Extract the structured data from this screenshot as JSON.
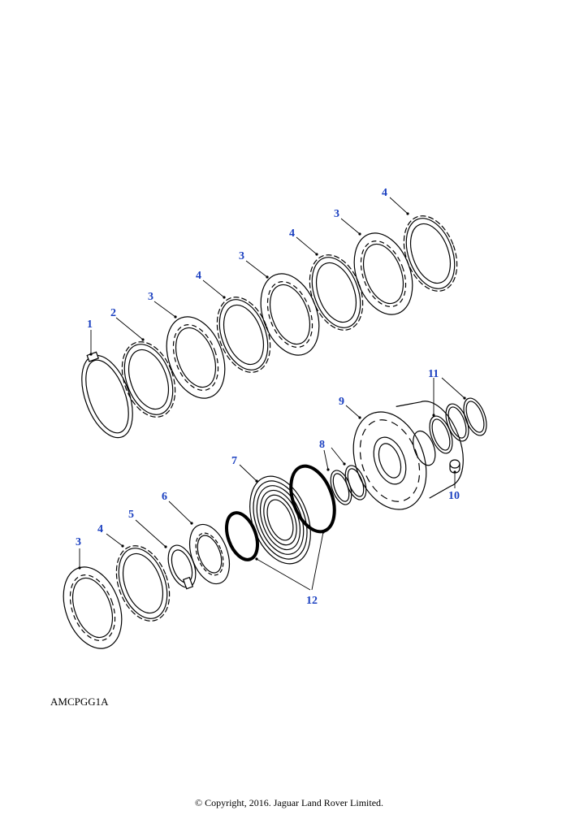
{
  "drawing_code": "AMCPGG1A",
  "copyright": "© Copyright, 2016. Jaguar Land Rover Limited.",
  "callout_color": "#1a3fc0",
  "callouts": [
    {
      "id": "c1",
      "label": "1"
    },
    {
      "id": "c2",
      "label": "2"
    },
    {
      "id": "c3a",
      "label": "3"
    },
    {
      "id": "c4a",
      "label": "4"
    },
    {
      "id": "c3b",
      "label": "3"
    },
    {
      "id": "c4b",
      "label": "4"
    },
    {
      "id": "c3c",
      "label": "3"
    },
    {
      "id": "c4c",
      "label": "4"
    },
    {
      "id": "c9",
      "label": "9"
    },
    {
      "id": "c11",
      "label": "11"
    },
    {
      "id": "c8",
      "label": "8"
    },
    {
      "id": "c7",
      "label": "7"
    },
    {
      "id": "c10",
      "label": "10"
    },
    {
      "id": "c6",
      "label": "6"
    },
    {
      "id": "c5",
      "label": "5"
    },
    {
      "id": "c4d",
      "label": "4"
    },
    {
      "id": "c3d",
      "label": "3"
    },
    {
      "id": "c12",
      "label": "12"
    }
  ]
}
